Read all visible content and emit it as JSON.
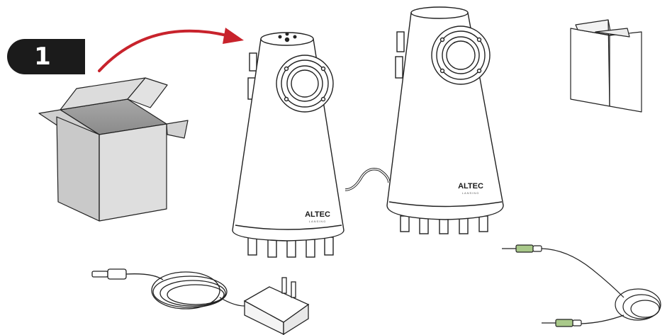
{
  "step": {
    "number": "1"
  },
  "speaker_left": {
    "brand": "ALTEC",
    "sub": "LANSING"
  },
  "speaker_right": {
    "brand": "ALTEC",
    "sub": "LANSING"
  },
  "colors": {
    "badge": "#1b1b1b",
    "arrow": "#c8232c",
    "box_face": "#d6d6d6",
    "box_inner": "#9c9c9c",
    "plug_tip": "#a9c98a",
    "outline": "#222222"
  }
}
